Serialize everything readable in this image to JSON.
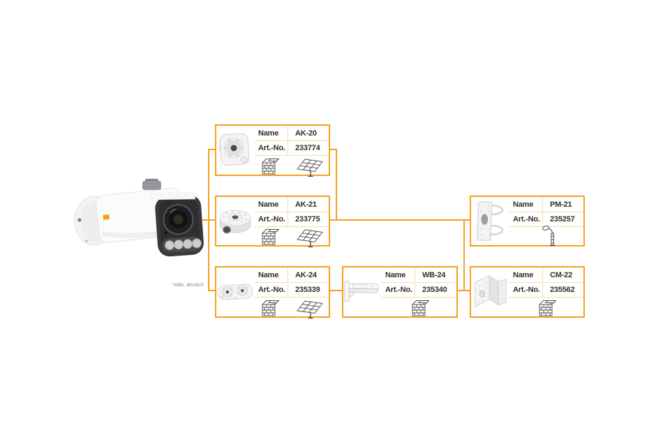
{
  "diagram": {
    "background": "#ffffff"
  },
  "colors": {
    "accent_orange": "#F5A01A",
    "separator_light_orange": "#F8DCA9",
    "text_dark": "#2E2E2E",
    "note_gray": "#8A8A8A"
  },
  "labels": {
    "name": "Name",
    "art_no": "Art.-No."
  },
  "camera": {
    "note": "*Abb. ähnlich"
  },
  "accessories": [
    {
      "name": "AK-20",
      "art_no": "233774",
      "icons": [
        "wall-mount-icon",
        "ceiling-mount-icon"
      ]
    },
    {
      "name": "AK-21",
      "art_no": "233775",
      "icons": [
        "wall-mount-icon",
        "ceiling-mount-icon"
      ]
    },
    {
      "name": "AK-24",
      "art_no": "235339",
      "icons": [
        "wall-mount-icon",
        "ceiling-mount-icon"
      ]
    },
    {
      "name": "WB-24",
      "art_no": "235340",
      "icons": [
        "wall-mount-icon"
      ]
    },
    {
      "name": "PM-21",
      "art_no": "235257",
      "icons": [
        "pole-mount-icon"
      ]
    },
    {
      "name": "CM-22",
      "art_no": "235562",
      "icons": [
        "wall-mount-icon"
      ]
    }
  ]
}
